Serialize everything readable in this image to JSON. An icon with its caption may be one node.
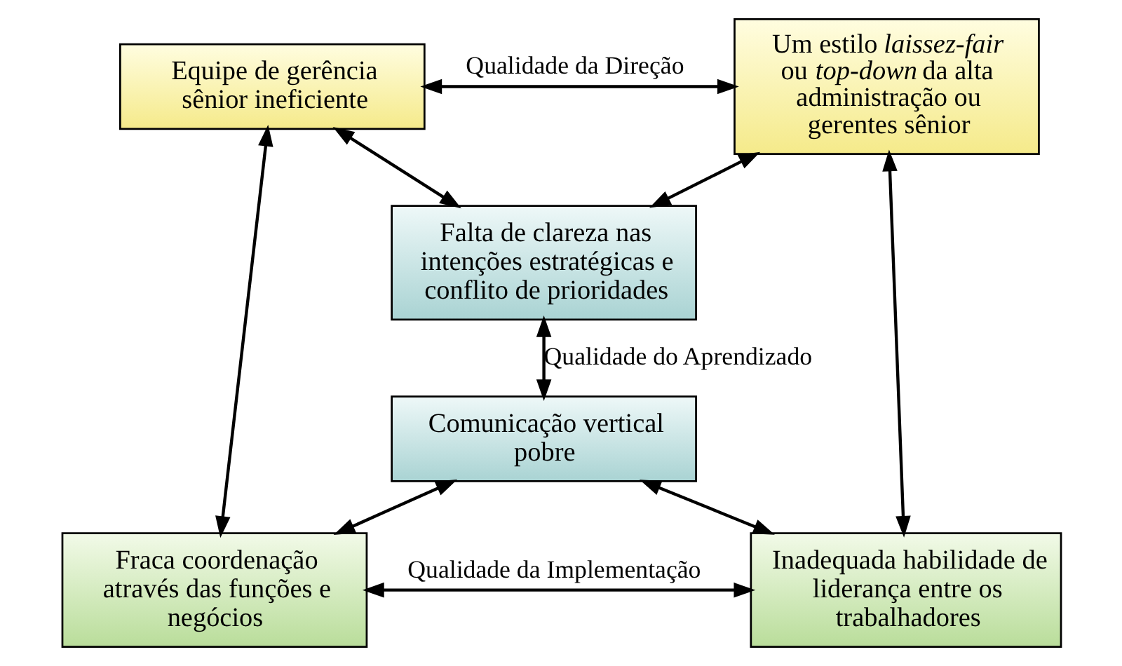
{
  "diagram": {
    "nodes": [
      {
        "text": [
          "Equipe de gerência sênior ineficiente"
        ]
      },
      {
        "text": [
          "Um estilo *laissez-fair* ou *top-down* da alta administração ou gerentes sênior"
        ]
      },
      {
        "text": [
          "Falta de clareza nas intenções estratégicas e conflito de prioridades"
        ]
      },
      {
        "text": [
          "Comunicação vertical pobre"
        ]
      },
      {
        "text": [
          "Fraca coordenação através das funções e negócios"
        ]
      },
      {
        "text": [
          "Inadequada habilidade de liderança entre os trabalhadores"
        ]
      }
    ],
    "edges": [
      {
        "from": 0,
        "to": 1,
        "arrow": "both",
        "label": "Qualidade da Direção"
      },
      {
        "from": 0,
        "to": 2,
        "arrow": "both"
      },
      {
        "from": 1,
        "to": 2,
        "arrow": "both"
      },
      {
        "from": 2,
        "to": 3,
        "arrow": "both",
        "label": "Qualidade do Aprendizado"
      },
      {
        "from": 0,
        "to": 4,
        "arrow": "both"
      },
      {
        "from": 1,
        "to": 5,
        "arrow": "both"
      },
      {
        "from": 4,
        "to": 3,
        "arrow": "both"
      },
      {
        "from": 5,
        "to": 3,
        "arrow": "both"
      },
      {
        "from": 4,
        "to": 5,
        "arrow": "both",
        "label": "Qualidade da Implementação"
      }
    ]
  }
}
